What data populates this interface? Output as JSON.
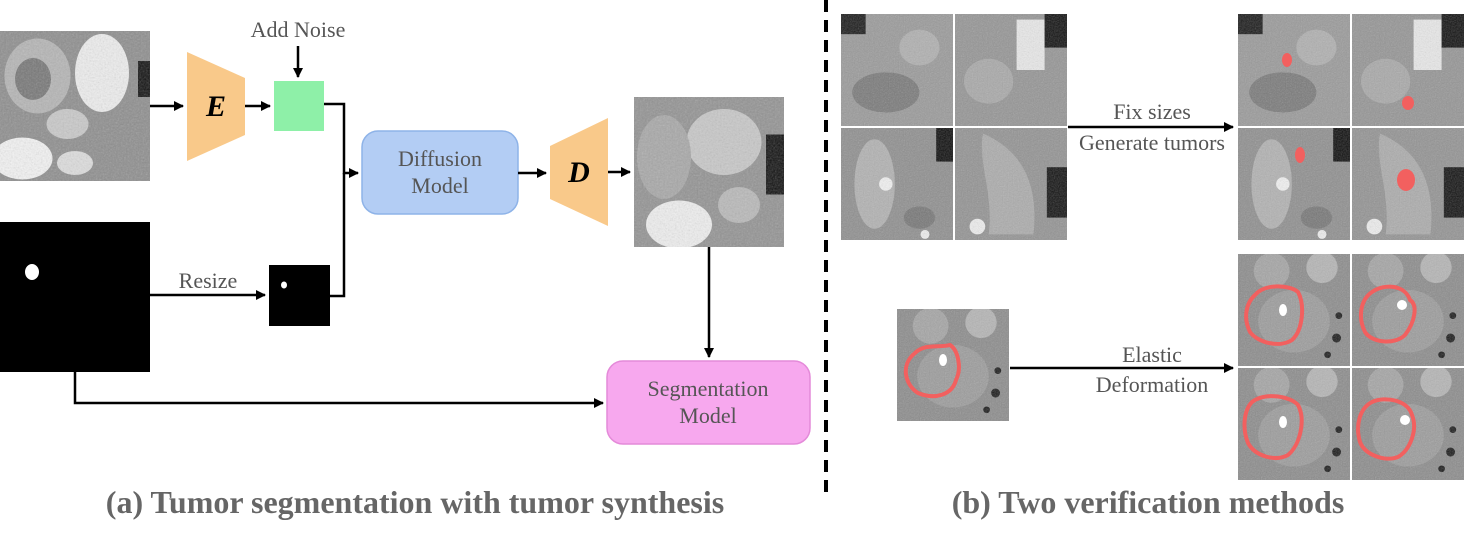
{
  "panel_a": {
    "noise_label": "Add Noise",
    "encoder_label": "E",
    "decoder_label": "D",
    "diffusion_line1": "Diffusion",
    "diffusion_line2": "Model",
    "resize_label": "Resize",
    "segmentation_line1": "Segmentation",
    "segmentation_line2": "Model",
    "caption": "(a) Tumor segmentation with tumor synthesis"
  },
  "panel_b": {
    "top_arrow_line1": "Fix sizes",
    "top_arrow_line2": "Generate tumors",
    "bottom_arrow_line1": "Elastic",
    "bottom_arrow_line2": "Deformation",
    "caption": "(b) Two verification methods"
  },
  "colors": {
    "encoder_fill": "#f9c98a",
    "latent_fill": "#8ef0a8",
    "diffusion_fill": "#b3cdf4",
    "diffusion_stroke": "#8eb3e8",
    "segmentation_fill": "#f7a8ee",
    "segmentation_stroke": "#e48ad9",
    "tumor_red": "#f2605f",
    "ct_gray": "#8f8f8f"
  }
}
